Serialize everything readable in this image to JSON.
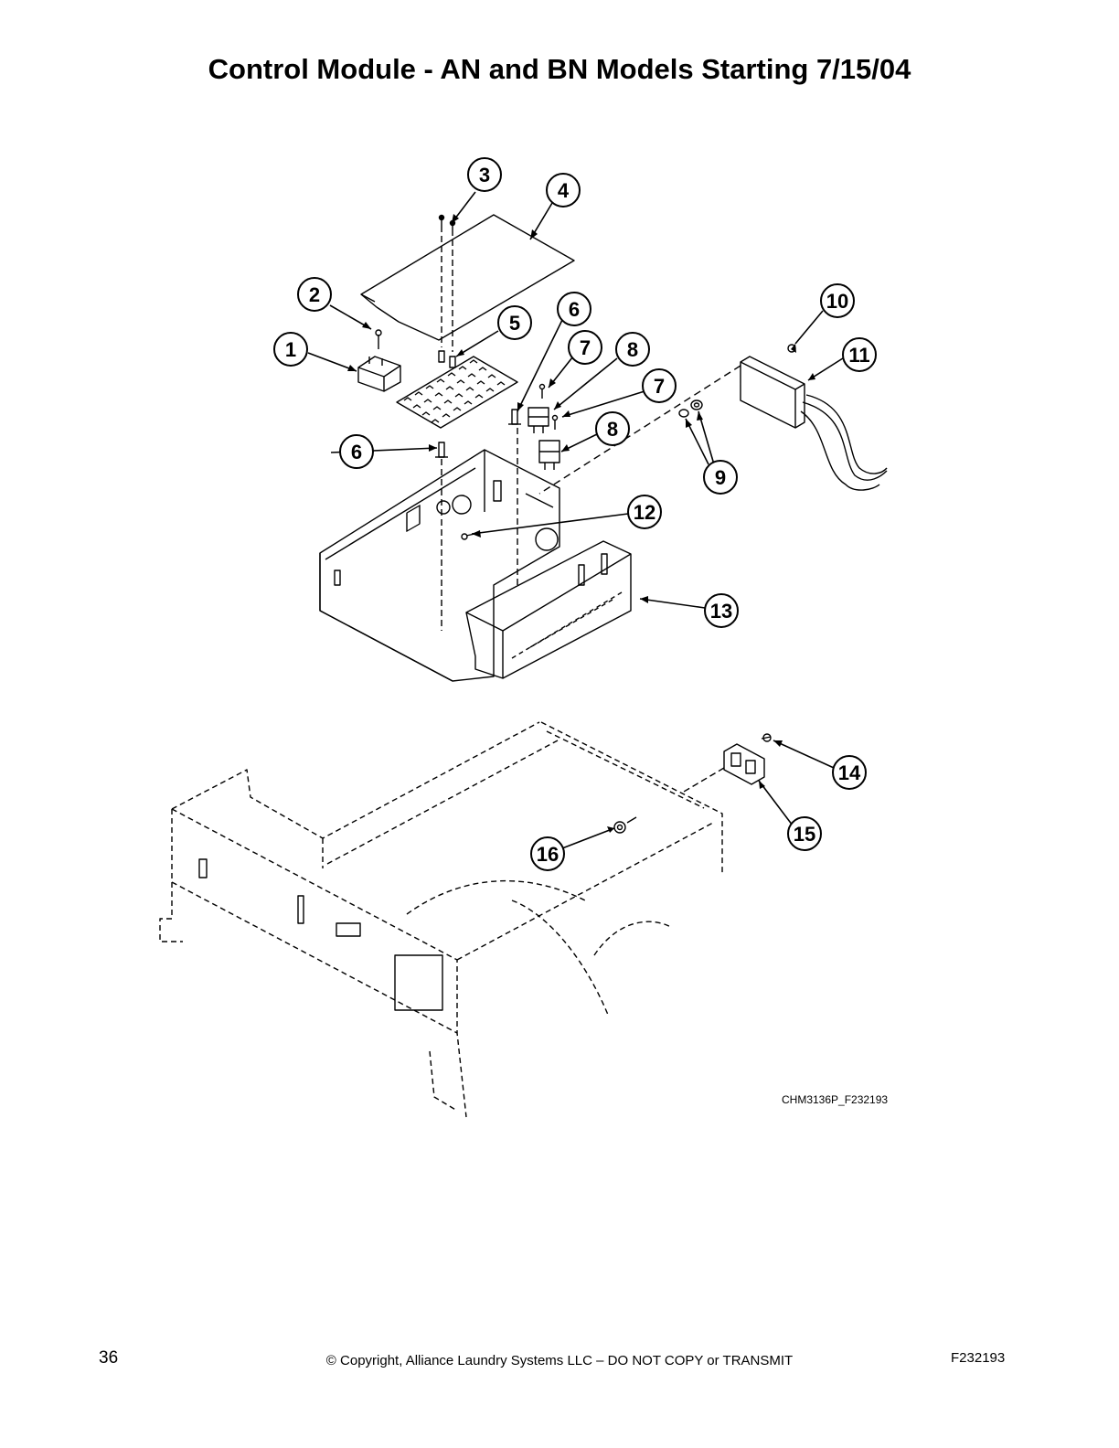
{
  "page": {
    "title": "Control Module - AN and BN Models Starting 7/15/04",
    "page_number": "36",
    "copyright": "© Copyright, Alliance Laundry Systems LLC – DO NOT COPY or TRANSMIT",
    "document_code": "F232193"
  },
  "diagram": {
    "drawing_id": "CHM3136P_F232193",
    "callouts": [
      "1",
      "2",
      "3",
      "4",
      "5",
      "6",
      "6",
      "7",
      "7",
      "8",
      "8",
      "9",
      "10",
      "11",
      "12",
      "13",
      "14",
      "15",
      "16"
    ]
  }
}
